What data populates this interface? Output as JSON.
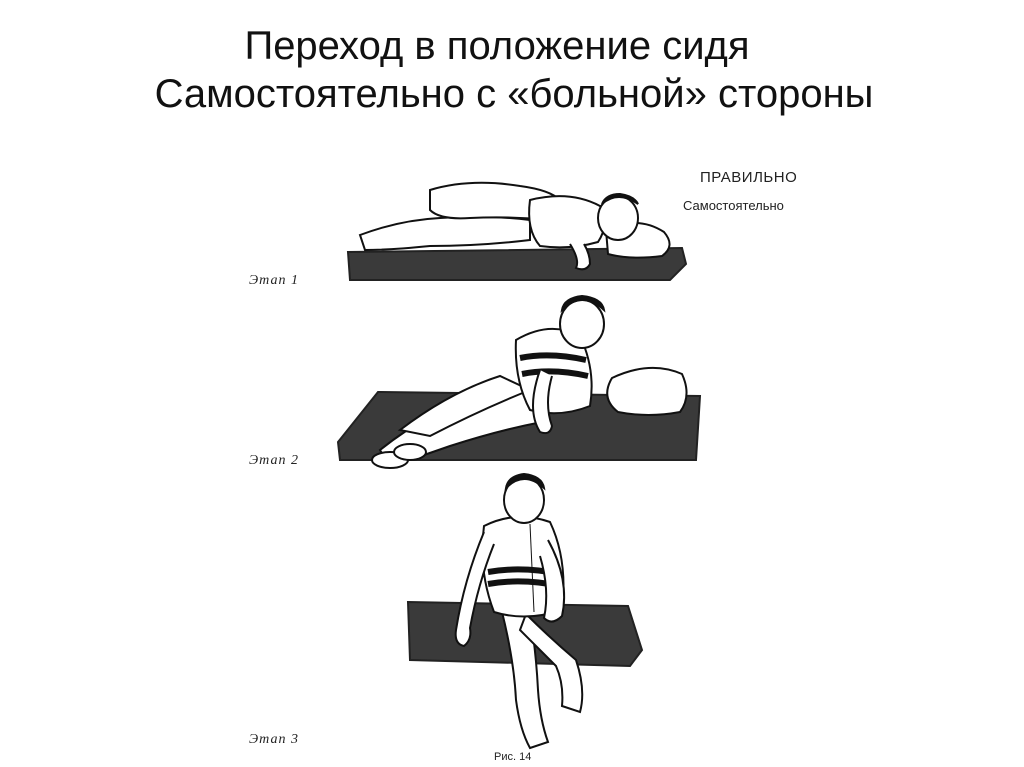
{
  "slide": {
    "title_line1": "Переход в положение сидя",
    "title_line2": "Самостоятельно с «больной» стороны"
  },
  "figure": {
    "label_correct": "ПРАВИЛЬНО",
    "label_self": "Самостоятельно",
    "stages": [
      "Этап 1",
      "Этап 2",
      "Этап 3"
    ],
    "caption": "Рис. 14"
  },
  "colors": {
    "ink": "#111111",
    "bed": "#3a3a3a",
    "background": "#ffffff"
  }
}
